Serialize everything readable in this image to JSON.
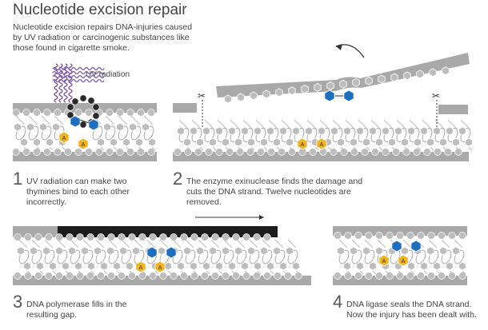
{
  "title": "Nucleotide excision repair",
  "intro_lines": [
    "Nucleotide excision repairs DNA-injuries caused",
    "by UV radiation or carcinogenic substances like",
    "those found in cigarette smoke."
  ],
  "uv_label": "UV radiation",
  "nucleotide_label": "A",
  "colors": {
    "backbone": "#a9a9a9",
    "nucleotide": "#bdbdbd",
    "thymine": "#1e6fc0",
    "adenine": "#f0b41e",
    "enzyme": "#2a2a2a",
    "uv": "#7a54a6",
    "text": "#444444"
  },
  "steps": [
    {
      "number": "1",
      "lines": [
        "UV radiation can make two",
        "thymines bind to each other",
        "incorrectly."
      ]
    },
    {
      "number": "2",
      "lines": [
        "The enzyme exinuclease finds the damage and",
        "cuts the DNA strand. Twelve nucleotides are",
        "removed."
      ]
    },
    {
      "number": "3",
      "lines": [
        "DNA polymerase fills in the",
        "resulting gap."
      ]
    },
    {
      "number": "4",
      "lines": [
        "DNA ligase seals the DNA strand.",
        "Now the injury has been dealt with."
      ]
    }
  ]
}
